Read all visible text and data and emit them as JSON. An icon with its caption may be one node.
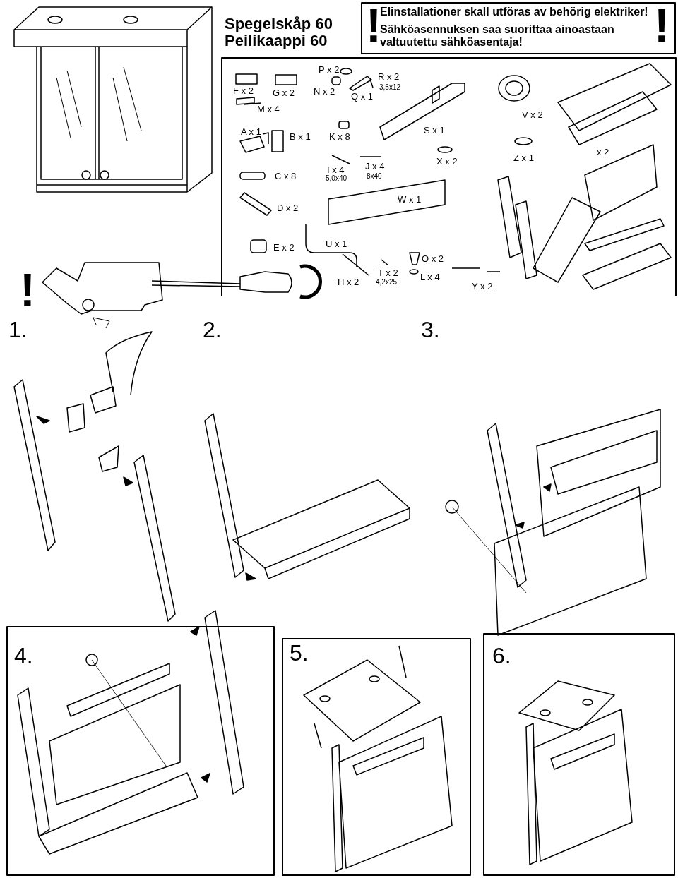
{
  "diagram": {
    "labels": [
      "Spegelskåp 60",
      "Peilikaappi 60",
      "!",
      "Elinstallationer skall utföras av behörig elektriker!",
      "Sähköasennuksen saa suorittaa ainoastaan valtuutettu sähköasentaja!",
      "!",
      "P x 2",
      "R x 2",
      "3,5x12",
      "F x 2",
      "G x 2",
      "N x 2",
      "Q x 1",
      "M x 4",
      "V x 2",
      "A x 1",
      "B x 1",
      "K x 8",
      "S x 1",
      "x 2",
      "Z x 1",
      "I x 4",
      "J x 4",
      "X x 2",
      "C x 8",
      "5,0x40",
      "8x40",
      "W x 1",
      "D x 2",
      "U x 1",
      "E x 2",
      "O x 2",
      "T x 2",
      "L x 4",
      "H x 2",
      "4,2x25",
      "Y x 2",
      "!",
      "1.",
      "2.",
      "3.",
      "4.",
      "5.",
      "6."
    ]
  }
}
